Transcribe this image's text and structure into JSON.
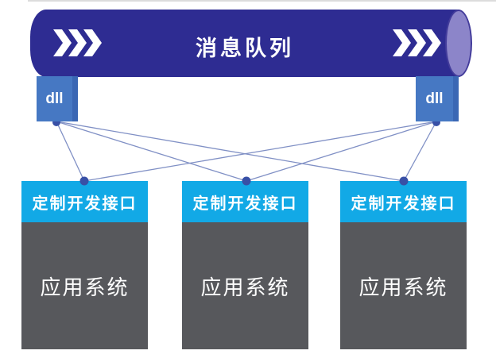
{
  "diagram": {
    "title": "消息队列",
    "queue": {
      "label": "消息队列",
      "left_icon": "triple-chevron-right",
      "right_icon": "triple-chevron-right"
    },
    "connectors": [
      {
        "id": "dll-left",
        "label": "dll"
      },
      {
        "id": "dll-right",
        "label": "dll"
      }
    ],
    "systems": [
      {
        "id": "system-1",
        "header": "定制开发接口",
        "body": "应用系统"
      },
      {
        "id": "system-2",
        "header": "定制开发接口",
        "body": "应用系统"
      },
      {
        "id": "system-3",
        "header": "定制开发接口",
        "body": "应用系统"
      }
    ],
    "connections": [
      {
        "from": "dll-left",
        "to": "system-1"
      },
      {
        "from": "dll-left",
        "to": "system-2"
      },
      {
        "from": "dll-left",
        "to": "system-3"
      },
      {
        "from": "dll-right",
        "to": "system-1"
      },
      {
        "from": "dll-right",
        "to": "system-2"
      },
      {
        "from": "dll-right",
        "to": "system-3"
      }
    ],
    "colors": {
      "cylinder": "#2E2C92",
      "cylinder_cap": "#8C85C9",
      "cylinder_cap_border": "#433C9B",
      "dll_box": "#4678C3",
      "dll_box_edge": "#3A67B4",
      "header": "#12A9E6",
      "body": "#57585C",
      "line": "#8090C5",
      "dot": "#3850A6",
      "text": "#FFFFFF"
    }
  }
}
